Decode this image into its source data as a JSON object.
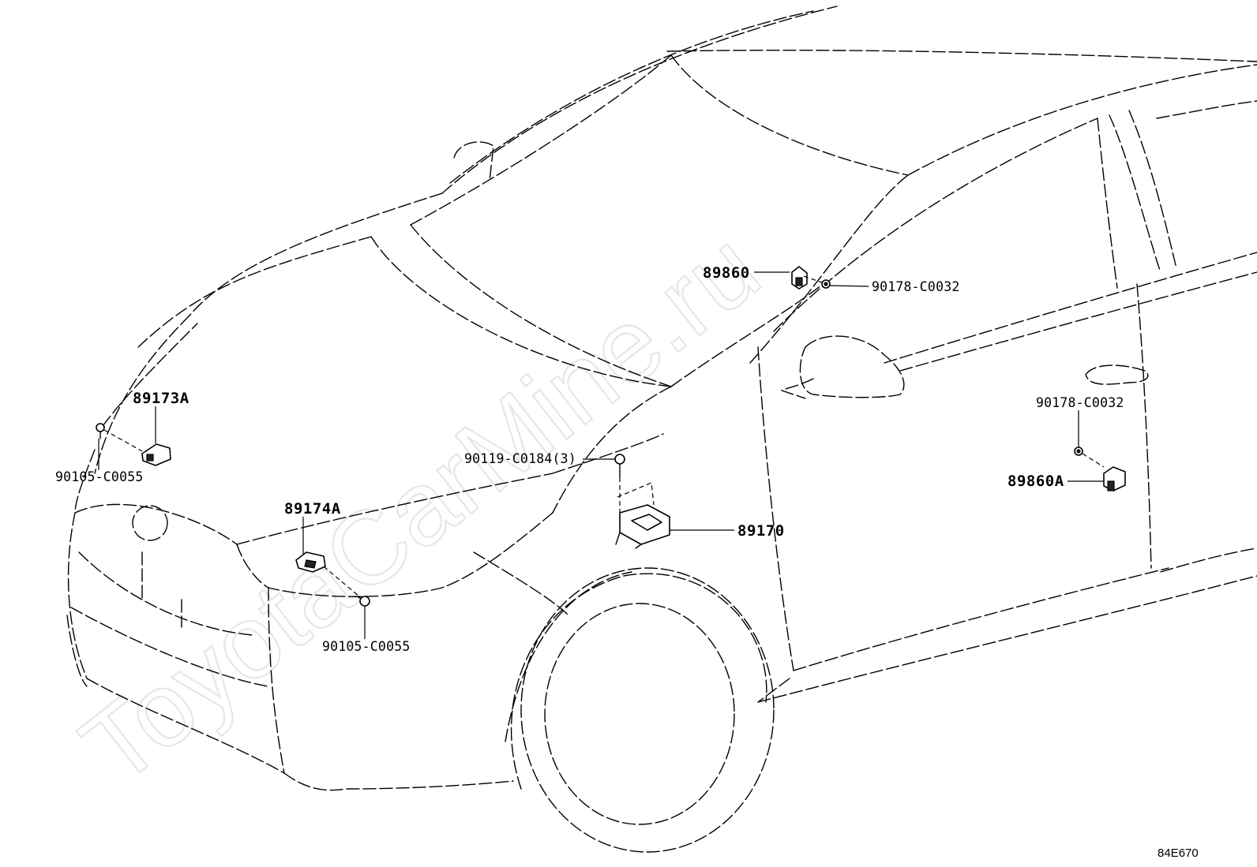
{
  "watermark": "ToyotaCarMine.ru",
  "diagram_code": "84E670",
  "callouts": {
    "p89860": "89860",
    "p90178_top": "90178-C0032",
    "p89173A": "89173A",
    "p90105_left": "90105-C0055",
    "p89174A": "89174A",
    "p90105_bottom": "90105-C0055",
    "p90119": "90119-C0184(3)",
    "p89170": "89170",
    "p90178_right": "90178-C0032",
    "p89860A": "89860A"
  }
}
